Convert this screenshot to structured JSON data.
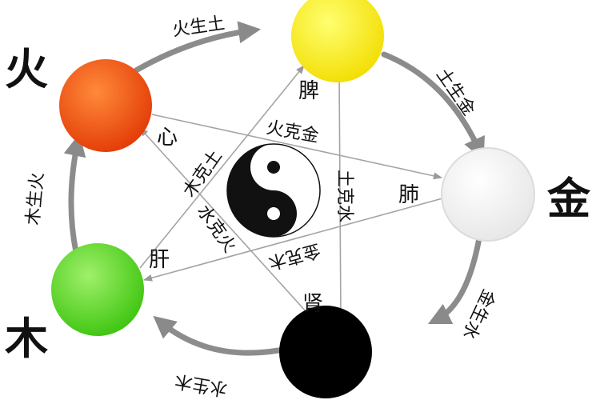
{
  "elements": {
    "fire": "火",
    "earth": "",
    "metal": "金",
    "water": "",
    "wood": "木"
  },
  "organs": {
    "heart": "心",
    "spleen": "脾",
    "lung": "肺",
    "kidney": "肾",
    "liver": "肝"
  },
  "generating": {
    "fire_earth": "火生土",
    "earth_metal": "土生金",
    "metal_water": "金生水",
    "water_wood": "水生木",
    "wood_fire": "木生火"
  },
  "controlling": {
    "fire_metal": "火克金",
    "earth_water": "土克水",
    "metal_wood": "金克木",
    "water_fire": "水克火",
    "wood_earth": "木克土"
  },
  "colors": {
    "fire": "#e8400c",
    "earth": "#f5e600",
    "metal": "#f4f4f4",
    "water": "#000000",
    "wood": "#4fd21a",
    "ring": "#7a7a7a"
  }
}
